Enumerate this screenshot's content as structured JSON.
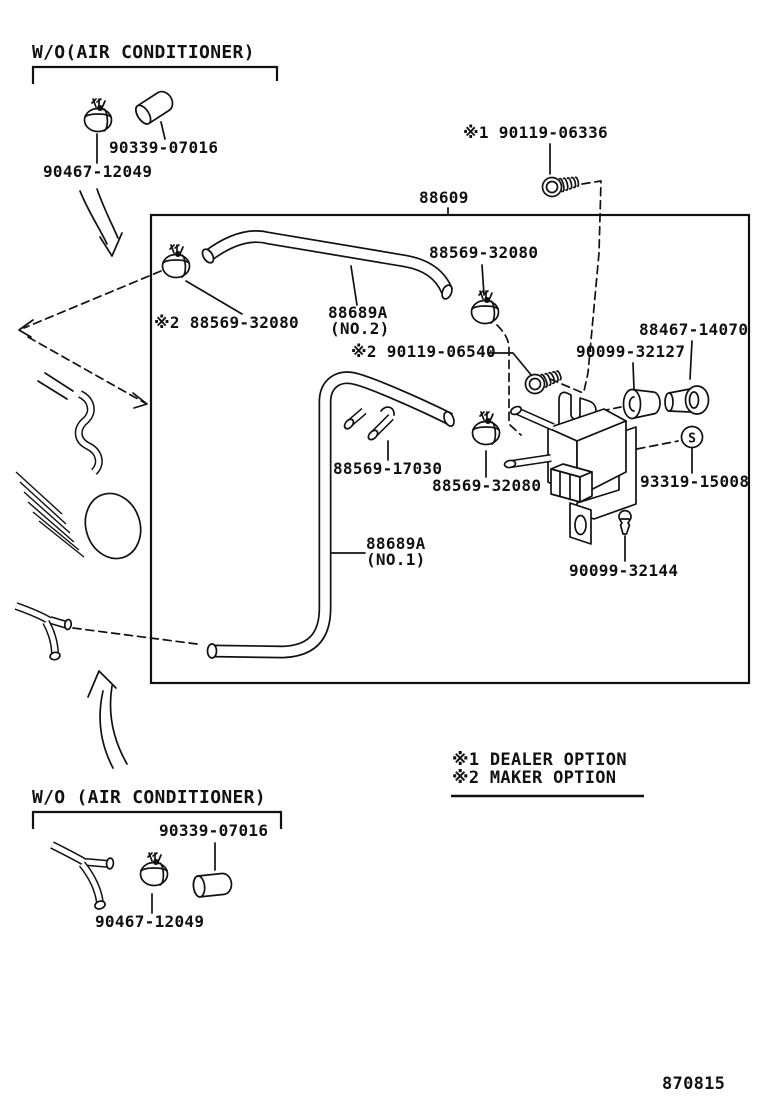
{
  "colors": {
    "ink": "#111111",
    "background": "#ffffff"
  },
  "sections": {
    "without_ac_top": "W/O(AIR CONDITIONER)",
    "without_ac_bottom": "W/O (AIR CONDITIONER)",
    "assembly_box": "88609"
  },
  "legend": {
    "dealer_option": "※1 DEALER OPTION",
    "maker_option": "※2 MAKER OPTION"
  },
  "parts": {
    "clamp_top_wo_ac": "90467-12049",
    "cap_top_wo_ac": "90339-07016",
    "bolt_dealer": "※1 90119-06336",
    "clamp_hose2_left": "※2 88569-32080",
    "clamp_hose2_right": "88569-32080",
    "hose2_name": "88689A",
    "hose2_no": "(NO.2)",
    "bolt_maker": "※2 90119-06540",
    "collar": "88467-14070",
    "grommet": "90099-32127",
    "hose_clamp_tee": "88569-17030",
    "clamp_valve": "88569-32080",
    "screw_s": "93319-15008",
    "hose1_name": "88689A",
    "hose1_no": "(NO.1)",
    "clip": "90099-32144",
    "cap_bottom_wo_ac": "90339-07016",
    "clamp_bottom_wo_ac": "90467-12049"
  },
  "symbols": {
    "s_marker": "S"
  },
  "footer": {
    "drawing_code": "870815"
  }
}
